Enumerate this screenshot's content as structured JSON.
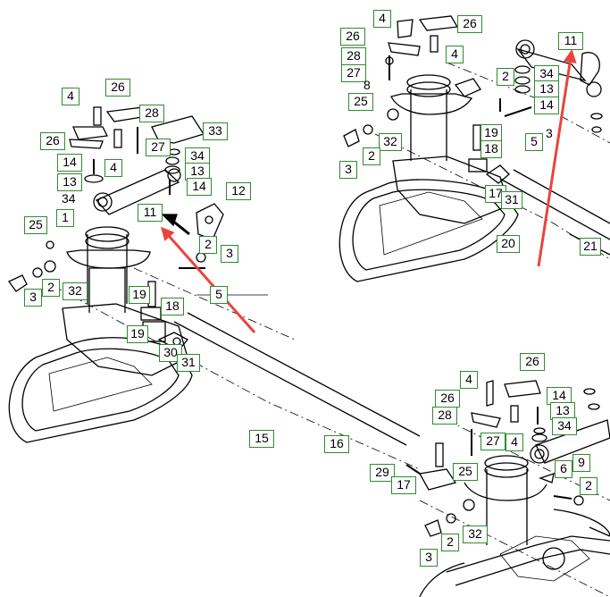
{
  "diagram": {
    "callout_border_color": "#2e8b2e",
    "arrow_color": "#e8453c",
    "line_color": "#000000"
  },
  "labels": {
    "top": {
      "p4a": "4",
      "p26a": "26",
      "p26b": "26",
      "p4b": "4",
      "p28": "28",
      "p27": "27",
      "p8": "8",
      "p25": "25",
      "p11": "11",
      "p2": "2",
      "p34": "34",
      "p13": "13",
      "p14": "14",
      "p3a": "3",
      "p19": "19",
      "p18": "18",
      "p5": "5",
      "p32": "32",
      "p2b": "2",
      "p3b": "3",
      "p17": "17",
      "p31": "31",
      "p20": "20",
      "p21": "21"
    },
    "left": {
      "p4a": "4",
      "p26a": "26",
      "p28": "28",
      "p33": "33",
      "p26b": "26",
      "p27": "27",
      "p14": "14",
      "p4b": "4",
      "p34a": "34",
      "p13": "13",
      "p13b": "13",
      "p34b": "34",
      "p14b": "14",
      "p12": "12",
      "p11": "11",
      "p1": "1",
      "p25": "25",
      "p2a": "2",
      "p3a": "3",
      "p3b": "3",
      "p2b": "2",
      "p32": "32",
      "p5": "5",
      "p19a": "19",
      "p18": "18",
      "p19b": "19",
      "p30": "30",
      "p31": "31",
      "p15": "15",
      "p16": "16"
    },
    "bottom": {
      "p4": "4",
      "p26a": "26",
      "p26b": "26",
      "p14": "14",
      "p28": "28",
      "p13": "13",
      "p34": "34",
      "p27": "27",
      "p4b": "4",
      "p9": "9",
      "p29": "29",
      "p25": "25",
      "p6": "6",
      "p17": "17",
      "p2a": "2",
      "p2b": "2",
      "p32": "32",
      "p3": "3"
    }
  }
}
